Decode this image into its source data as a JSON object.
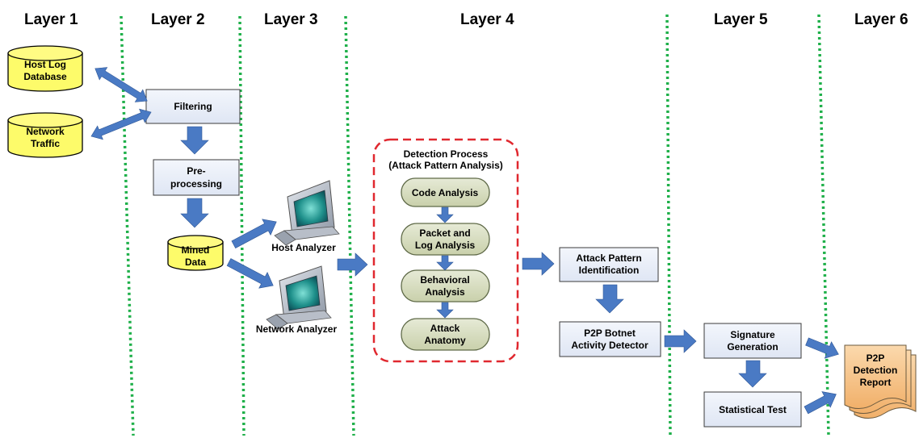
{
  "layers": [
    "Layer 1",
    "Layer 2",
    "Layer 3",
    "Layer 4",
    "Layer 5",
    "Layer 6"
  ],
  "databases": {
    "host_log": [
      "Host Log",
      "Database"
    ],
    "network_traffic": [
      "Network",
      "Traffic"
    ],
    "mined_data": [
      "Mined",
      "Data"
    ]
  },
  "layer2": {
    "filtering": "Filtering",
    "preprocessing": [
      "Pre-",
      "processing"
    ]
  },
  "layer3": {
    "host_analyzer": "Host Analyzer",
    "network_analyzer": "Network Analyzer"
  },
  "layer4": {
    "detection_title": [
      "Detection Process",
      "(Attack Pattern Analysis)"
    ],
    "code_analysis": "Code Analysis",
    "packet_log_analysis": [
      "Packet and",
      "Log Analysis"
    ],
    "behavioral_analysis": [
      "Behavioral",
      "Analysis"
    ],
    "attack_anatomy": [
      "Attack",
      "Anatomy"
    ],
    "attack_pattern_identification": [
      "Attack Pattern",
      "Identification"
    ],
    "p2p_botnet_detector": [
      "P2P Botnet",
      "Activity Detector"
    ]
  },
  "layer5": {
    "signature_generation": [
      "Signature",
      "Generation"
    ],
    "statistical_test": "Statistical Test"
  },
  "layer6": {
    "report": [
      "P2P",
      "Detection",
      "Report"
    ]
  },
  "colors": {
    "separator": "#1fb04a",
    "arrow": "#4a7ac4",
    "database": "#fdfb6a",
    "box": "#e9eef9",
    "pill": "#d7ddbf",
    "detection_border": "#e0282f",
    "report": "#f6c48a"
  }
}
